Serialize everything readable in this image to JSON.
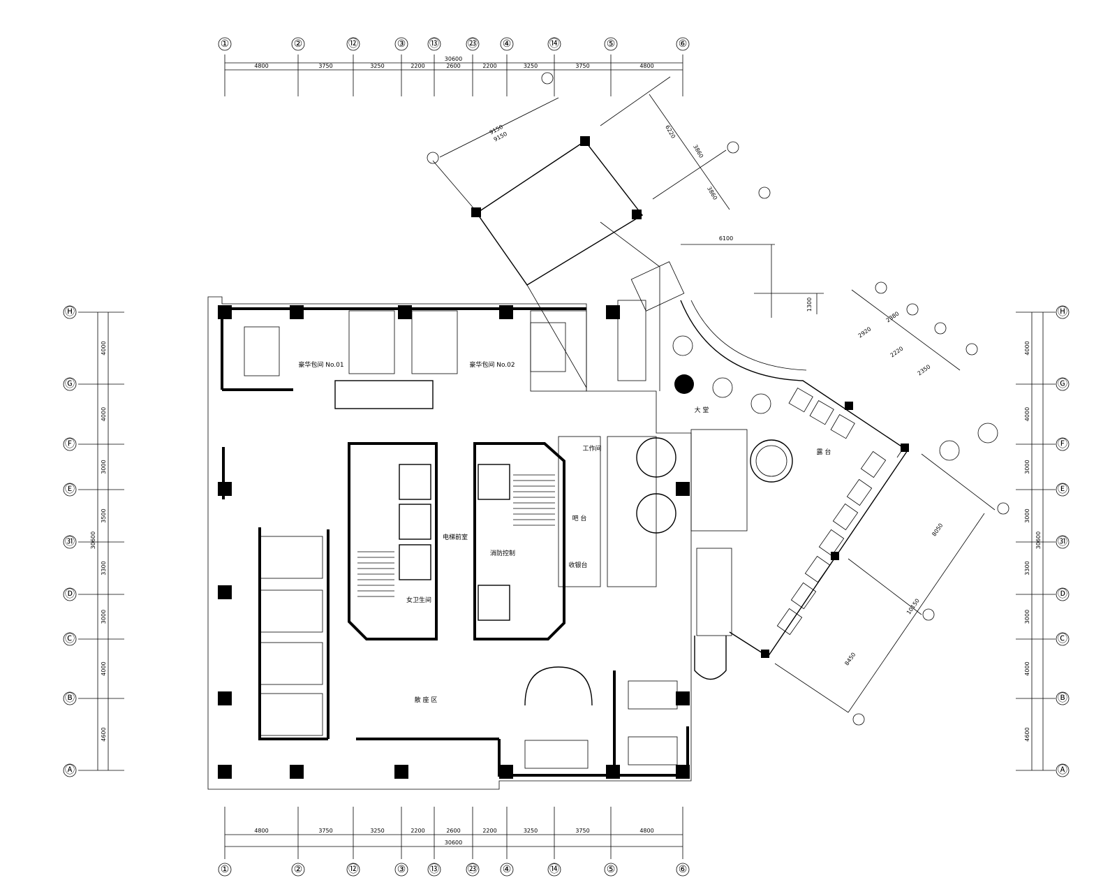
{
  "axes": {
    "columns_top": [
      "①",
      "②",
      "⑫",
      "③",
      "⑬",
      "㉓",
      "④",
      "⑭",
      "⑤",
      "⑥"
    ],
    "columns_bottom": [
      "①",
      "②",
      "⑫",
      "③",
      "⑬",
      "㉓",
      "④",
      "⑭",
      "⑤",
      "⑥"
    ],
    "rows_left": [
      "Ⓗ",
      "Ⓖ",
      "Ⓕ",
      "Ⓔ",
      "㉛",
      "Ⓓ",
      "Ⓒ",
      "Ⓑ",
      "Ⓐ"
    ],
    "rows_right": [
      "Ⓗ",
      "Ⓖ",
      "Ⓕ",
      "Ⓔ",
      "㉛",
      "Ⓓ",
      "Ⓒ",
      "Ⓑ",
      "Ⓐ"
    ]
  },
  "dimensions": {
    "top_total": "30600",
    "top_segments": [
      "4800",
      "3750",
      "3250",
      "2200",
      "2600",
      "2200",
      "3250",
      "3750",
      "4800"
    ],
    "bottom_total": "30600",
    "bottom_segments": [
      "4800",
      "3750",
      "3250",
      "2200",
      "2600",
      "2200",
      "3250",
      "3750",
      "4800"
    ],
    "left_segments": [
      "4000",
      "4000",
      "3000",
      "3500",
      "3300",
      "3000",
      "4000",
      "4600"
    ],
    "left_total": "30600",
    "right_segments": [
      "4000",
      "4000",
      "3000",
      "3000",
      "3300",
      "3000",
      "4000",
      "4600"
    ],
    "right_total": "30600",
    "wing_top": [
      "9150",
      "9150"
    ],
    "wing_right_top": [
      "6220",
      "3860",
      "3860"
    ],
    "wing_6100": "6100",
    "wing_1300": "1300",
    "wing_east_top": [
      "2920",
      "2380",
      "2220",
      "2350"
    ],
    "wing_east_side": [
      "8050",
      "10150",
      "8450"
    ]
  },
  "rooms": {
    "vip_room_left": "豪华包间 No.01",
    "vip_room_right": "豪华包间 No.02",
    "office_management": "工作间",
    "lobby_label": "大  堂",
    "cashier": "收银台",
    "bar_counter": "吧  台",
    "fire_control": "消防控制",
    "elevator_hall": "电梯前室",
    "female_wc": "女卫生间",
    "dining_hall": "散  座  区",
    "terrace": "露  台"
  }
}
